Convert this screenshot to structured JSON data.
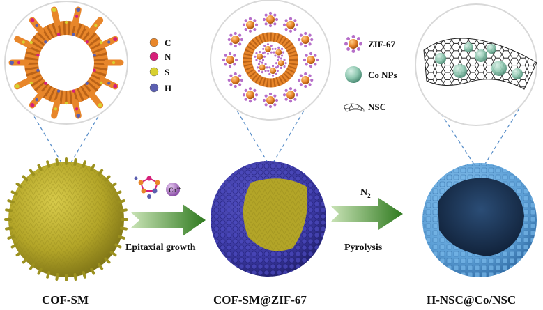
{
  "panels": [
    {
      "name": "COF-SM"
    },
    {
      "name": "COF-SM@ZIF-67"
    },
    {
      "name": "H-NSC@Co/NSC"
    }
  ],
  "legend_atoms": [
    {
      "symbol": "C",
      "color": "#e8862a"
    },
    {
      "symbol": "N",
      "color": "#d6207a"
    },
    {
      "symbol": "S",
      "color": "#d8d030"
    },
    {
      "symbol": "H",
      "color": "#5b5fb0"
    }
  ],
  "legend_materials": [
    {
      "label": "ZIF-67",
      "icon": "zif67-cluster-icon"
    },
    {
      "label": "Co NPs",
      "icon": "cobalt-nanoparticle-icon"
    },
    {
      "label": "NSC",
      "icon": "carbon-sheet-icon"
    }
  ],
  "steps": {
    "step1": {
      "label": "Epitaxial growth",
      "reagent": "Co",
      "reagent_sup": "2+"
    },
    "step2": {
      "label": "Pyrolysis",
      "gas": "N",
      "gas_sub": "2"
    }
  },
  "colors": {
    "cof_yellow": "#b9ab2a",
    "zif_blue": "#3d3aa3",
    "nsc_blue": "#5aa2d8",
    "arrow_green": "#4b8a2e",
    "dashed_line": "#5a8fc9"
  }
}
